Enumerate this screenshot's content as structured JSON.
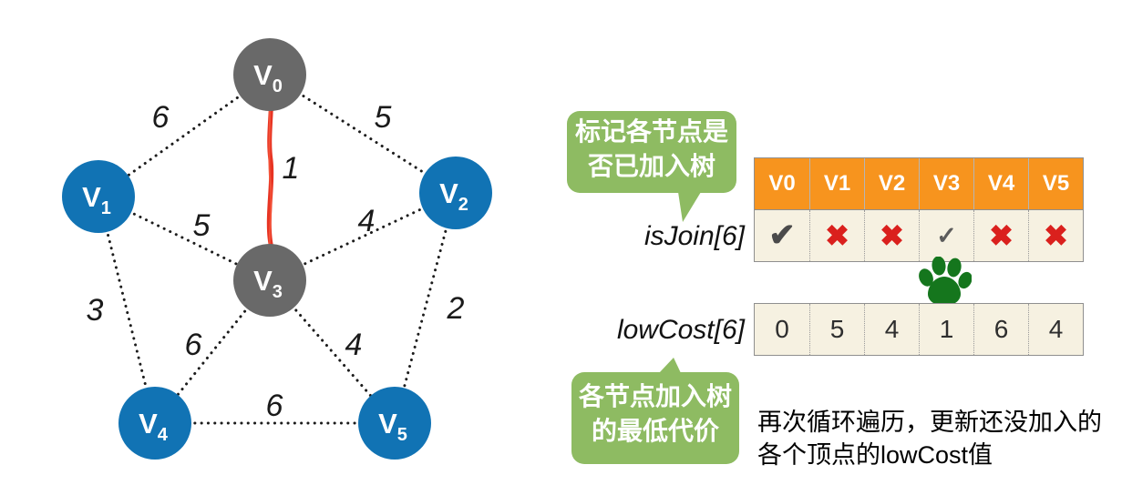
{
  "colors": {
    "node_in_tree_gray": "#696969",
    "node_not_in_tree_blue": "#1173b4",
    "tree_edge_red": "#e73423",
    "table_header_orange": "#f7941e",
    "table_cell_cream": "#f6f1e1",
    "callout_green": "#8ebb62",
    "paw_green": "#15761d",
    "cross_red": "#da201d",
    "check_gray": "#4a4a4a"
  },
  "graph": {
    "nodes": [
      {
        "id": "V0",
        "label": "V",
        "sub": "0",
        "state": "in-tree",
        "color": "#696969"
      },
      {
        "id": "V1",
        "label": "V",
        "sub": "1",
        "state": "not-in-tree",
        "color": "#1173b4"
      },
      {
        "id": "V2",
        "label": "V",
        "sub": "2",
        "state": "not-in-tree",
        "color": "#1173b4"
      },
      {
        "id": "V3",
        "label": "V",
        "sub": "3",
        "state": "in-tree",
        "color": "#696969"
      },
      {
        "id": "V4",
        "label": "V",
        "sub": "4",
        "state": "not-in-tree",
        "color": "#1173b4"
      },
      {
        "id": "V5",
        "label": "V",
        "sub": "5",
        "state": "not-in-tree",
        "color": "#1173b4"
      }
    ],
    "edges": [
      {
        "from": "V0",
        "to": "V1",
        "weight": "6",
        "in_tree": false
      },
      {
        "from": "V0",
        "to": "V2",
        "weight": "5",
        "in_tree": false
      },
      {
        "from": "V0",
        "to": "V3",
        "weight": "1",
        "in_tree": true
      },
      {
        "from": "V1",
        "to": "V3",
        "weight": "5",
        "in_tree": false
      },
      {
        "from": "V2",
        "to": "V3",
        "weight": "4",
        "in_tree": false
      },
      {
        "from": "V1",
        "to": "V4",
        "weight": "3",
        "in_tree": false
      },
      {
        "from": "V3",
        "to": "V4",
        "weight": "6",
        "in_tree": false
      },
      {
        "from": "V3",
        "to": "V5",
        "weight": "4",
        "in_tree": false
      },
      {
        "from": "V2",
        "to": "V5",
        "weight": "2",
        "in_tree": false
      },
      {
        "from": "V4",
        "to": "V5",
        "weight": "6",
        "in_tree": false
      }
    ]
  },
  "panel": {
    "top_callout": {
      "line1": "标记各节点是",
      "line2": "否已加入树"
    },
    "bottom_callout": {
      "line1": "各节点加入树",
      "line2": "的最低代价"
    },
    "is_join_label": "isJoin[6]",
    "low_cost_label": "lowCost[6]",
    "table_headers": [
      "V0",
      "V1",
      "V2",
      "V3",
      "V4",
      "V5"
    ],
    "is_join_row": [
      {
        "mark": "✔",
        "state": "joined"
      },
      {
        "mark": "✖",
        "state": "not-joined"
      },
      {
        "mark": "✖",
        "state": "not-joined"
      },
      {
        "mark": "✓",
        "state": "just-joined"
      },
      {
        "mark": "✖",
        "state": "not-joined"
      },
      {
        "mark": "✖",
        "state": "not-joined"
      }
    ],
    "low_cost_row": [
      "0",
      "5",
      "4",
      "1",
      "6",
      "4"
    ],
    "caption": {
      "line1": "再次循环遍历，更新还没加入的",
      "line2": "各个顶点的lowCost值"
    },
    "icons": {
      "paw": "paw-print"
    }
  }
}
